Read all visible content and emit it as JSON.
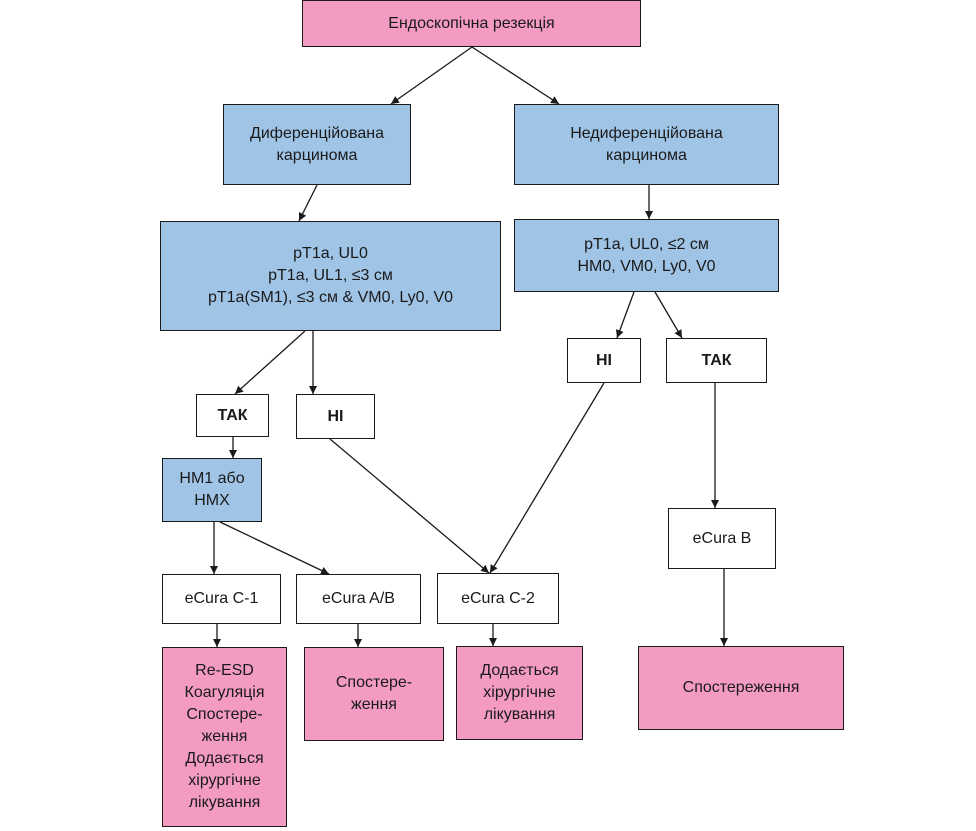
{
  "diagram": {
    "root": {
      "lines": [
        "Ендоскопічна резекція"
      ]
    },
    "diff": {
      "lines": [
        "Диференційована",
        "карцинома"
      ]
    },
    "undiff": {
      "lines": [
        "Недиференційована",
        "карцинома"
      ]
    },
    "diff_criteria": {
      "lines": [
        "pT1a, UL0",
        "pT1a, UL1, ≤3 см",
        "pT1a(SM1), ≤3 см & VM0, Ly0, V0"
      ]
    },
    "undiff_criteria": {
      "lines": [
        "pT1a, UL0, ≤2 см",
        "HM0, VM0, Ly0, V0"
      ]
    },
    "diff_yes": {
      "label": "ТАК"
    },
    "diff_no": {
      "label": "НІ"
    },
    "undiff_no": {
      "label": "НІ"
    },
    "undiff_yes": {
      "label": "ТАК"
    },
    "hm": {
      "lines": [
        "HM1 або",
        "HMX"
      ]
    },
    "ecura_c1": {
      "label": "eCura C-1"
    },
    "ecura_ab": {
      "label": "eCura A/B"
    },
    "ecura_c2": {
      "label": "eCura C-2"
    },
    "ecura_b": {
      "label": "eCura B"
    },
    "out_c1": {
      "lines": [
        "Re-ESD",
        "Коагуляція",
        "Спостере-",
        "ження",
        "Додається",
        "хірургічне",
        "лікування"
      ]
    },
    "out_ab": {
      "lines": [
        "Спостере-",
        "ження"
      ]
    },
    "out_c2": {
      "lines": [
        "Додається",
        "хірургічне",
        "лікування"
      ]
    },
    "out_b": {
      "lines": [
        "Спостереження"
      ]
    }
  },
  "colors": {
    "pink": "#f39bc2",
    "blue": "#9fc4e6",
    "white": "#ffffff",
    "line": "#1a1a1a"
  }
}
